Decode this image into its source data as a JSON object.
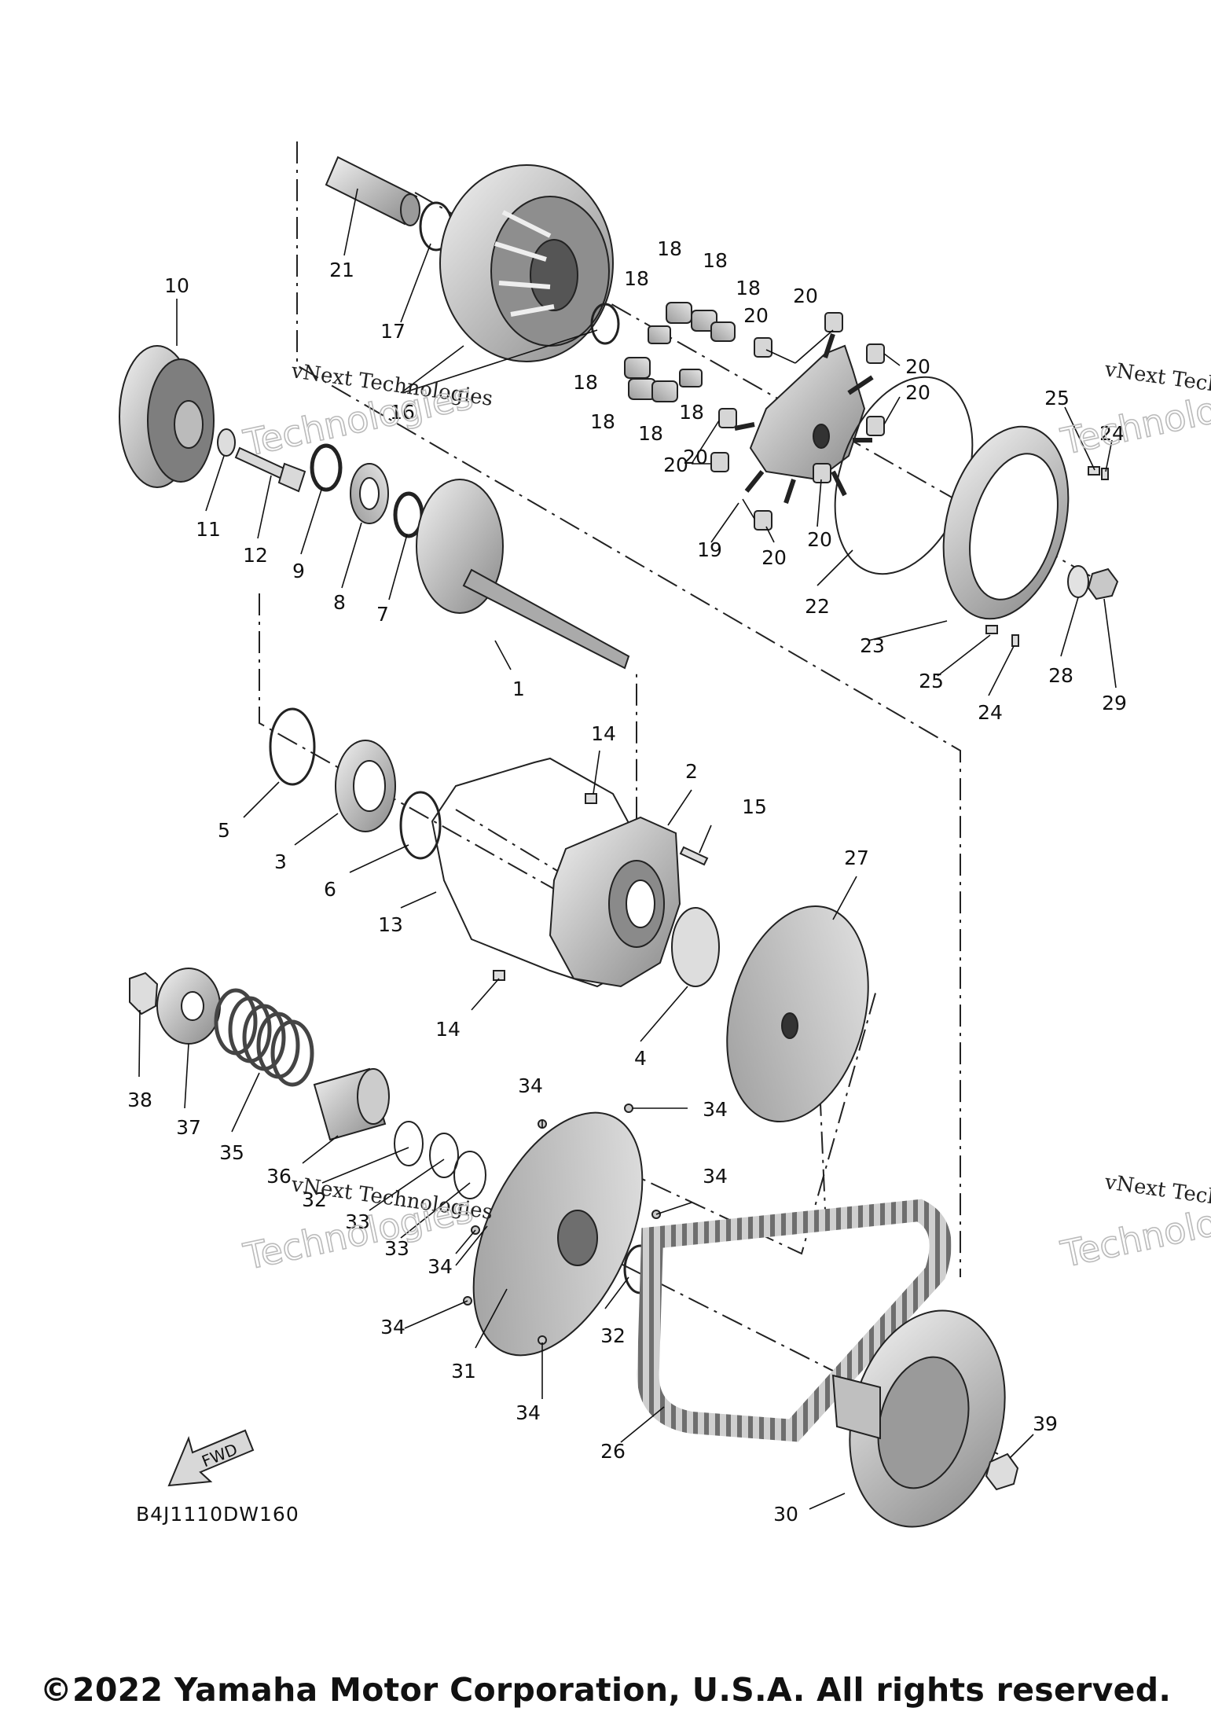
{
  "diagram_code": "B4J1110DW160",
  "fwd_label": "FWD",
  "watermark_line1": "vNext Technologies",
  "watermark_line2": "Technologies",
  "copyright": "©2022 Yamaha Motor Corporation, U.S.A. All rights reserved.",
  "callouts": [
    {
      "id": "c1",
      "text": "1"
    },
    {
      "id": "c2",
      "text": "2"
    },
    {
      "id": "c3",
      "text": "3"
    },
    {
      "id": "c4",
      "text": "4"
    },
    {
      "id": "c5",
      "text": "5"
    },
    {
      "id": "c6",
      "text": "6"
    },
    {
      "id": "c7",
      "text": "7"
    },
    {
      "id": "c8",
      "text": "8"
    },
    {
      "id": "c9",
      "text": "9"
    },
    {
      "id": "c10",
      "text": "10"
    },
    {
      "id": "c11",
      "text": "11"
    },
    {
      "id": "c12",
      "text": "12"
    },
    {
      "id": "c13",
      "text": "13"
    },
    {
      "id": "c14a",
      "text": "14"
    },
    {
      "id": "c14b",
      "text": "14"
    },
    {
      "id": "c15",
      "text": "15"
    },
    {
      "id": "c16",
      "text": "16"
    },
    {
      "id": "c17",
      "text": "17"
    },
    {
      "id": "c18a",
      "text": "18"
    },
    {
      "id": "c18b",
      "text": "18"
    },
    {
      "id": "c18c",
      "text": "18"
    },
    {
      "id": "c18d",
      "text": "18"
    },
    {
      "id": "c18e",
      "text": "18"
    },
    {
      "id": "c18f",
      "text": "18"
    },
    {
      "id": "c18g",
      "text": "18"
    },
    {
      "id": "c18h",
      "text": "18"
    },
    {
      "id": "c19",
      "text": "19"
    },
    {
      "id": "c20a",
      "text": "20"
    },
    {
      "id": "c20b",
      "text": "20"
    },
    {
      "id": "c20c",
      "text": "20"
    },
    {
      "id": "c20d",
      "text": "20"
    },
    {
      "id": "c20e",
      "text": "20"
    },
    {
      "id": "c20f",
      "text": "20"
    },
    {
      "id": "c20g",
      "text": "20"
    },
    {
      "id": "c20h",
      "text": "20"
    },
    {
      "id": "c21",
      "text": "21"
    },
    {
      "id": "c22",
      "text": "22"
    },
    {
      "id": "c23",
      "text": "23"
    },
    {
      "id": "c24a",
      "text": "24"
    },
    {
      "id": "c24b",
      "text": "24"
    },
    {
      "id": "c25a",
      "text": "25"
    },
    {
      "id": "c25b",
      "text": "25"
    },
    {
      "id": "c26",
      "text": "26"
    },
    {
      "id": "c27",
      "text": "27"
    },
    {
      "id": "c28",
      "text": "28"
    },
    {
      "id": "c29",
      "text": "29"
    },
    {
      "id": "c30",
      "text": "30"
    },
    {
      "id": "c31",
      "text": "31"
    },
    {
      "id": "c32a",
      "text": "32"
    },
    {
      "id": "c32b",
      "text": "32"
    },
    {
      "id": "c33a",
      "text": "33"
    },
    {
      "id": "c33b",
      "text": "33"
    },
    {
      "id": "c34a",
      "text": "34"
    },
    {
      "id": "c34b",
      "text": "34"
    },
    {
      "id": "c34c",
      "text": "34"
    },
    {
      "id": "c34d",
      "text": "34"
    },
    {
      "id": "c34e",
      "text": "34"
    },
    {
      "id": "c34f",
      "text": "34"
    },
    {
      "id": "c35",
      "text": "35"
    },
    {
      "id": "c36",
      "text": "36"
    },
    {
      "id": "c37",
      "text": "37"
    },
    {
      "id": "c38",
      "text": "38"
    },
    {
      "id": "c39",
      "text": "39"
    }
  ]
}
